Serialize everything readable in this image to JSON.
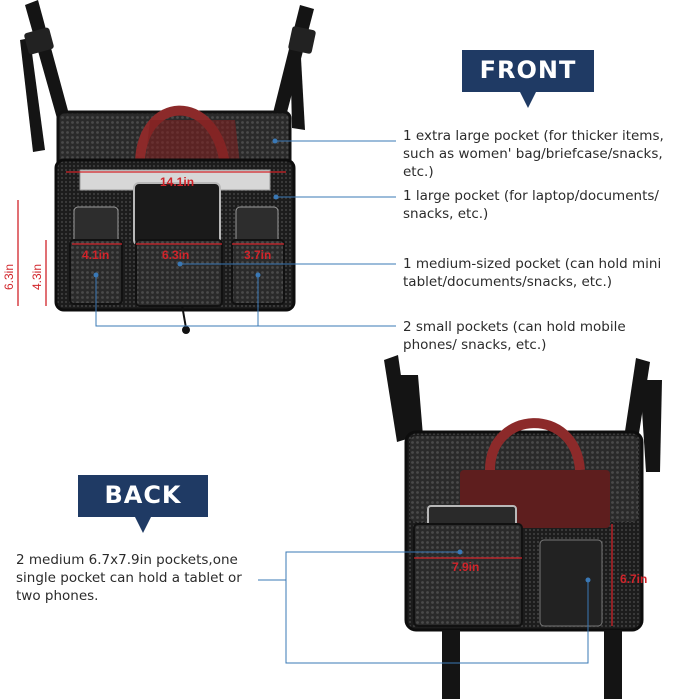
{
  "badges": {
    "front": "FRONT",
    "back": "BACK"
  },
  "front_callouts": [
    "1 extra large pocket (for thicker items, such as women' bag/briefcase/snacks, etc.)",
    "1 large pocket (for laptop/documents/ snacks, etc.)",
    "1 medium-sized pocket (can hold mini tablet/documents/snacks, etc.)",
    "2 small pockets (can hold mobile phones/ snacks, etc.)"
  ],
  "back_callout": "2 medium 6.7x7.9in pockets,one single pocket can hold a tablet or two phones.",
  "front_dims": {
    "width_total": "14.1in",
    "left_pocket": "4.1in",
    "mid_pocket": "6.3in",
    "right_pocket": "3.7in",
    "height_total": "6.3in",
    "height_pocket": "4.3in"
  },
  "back_dims": {
    "width": "7.9in",
    "height": "6.7in"
  },
  "colors": {
    "badge": "#1f3a64",
    "accent_red": "#d1242a",
    "strap": "#161616",
    "mesh": "#222222",
    "handle": "#8c2a2a",
    "line": "#3a78b5"
  }
}
